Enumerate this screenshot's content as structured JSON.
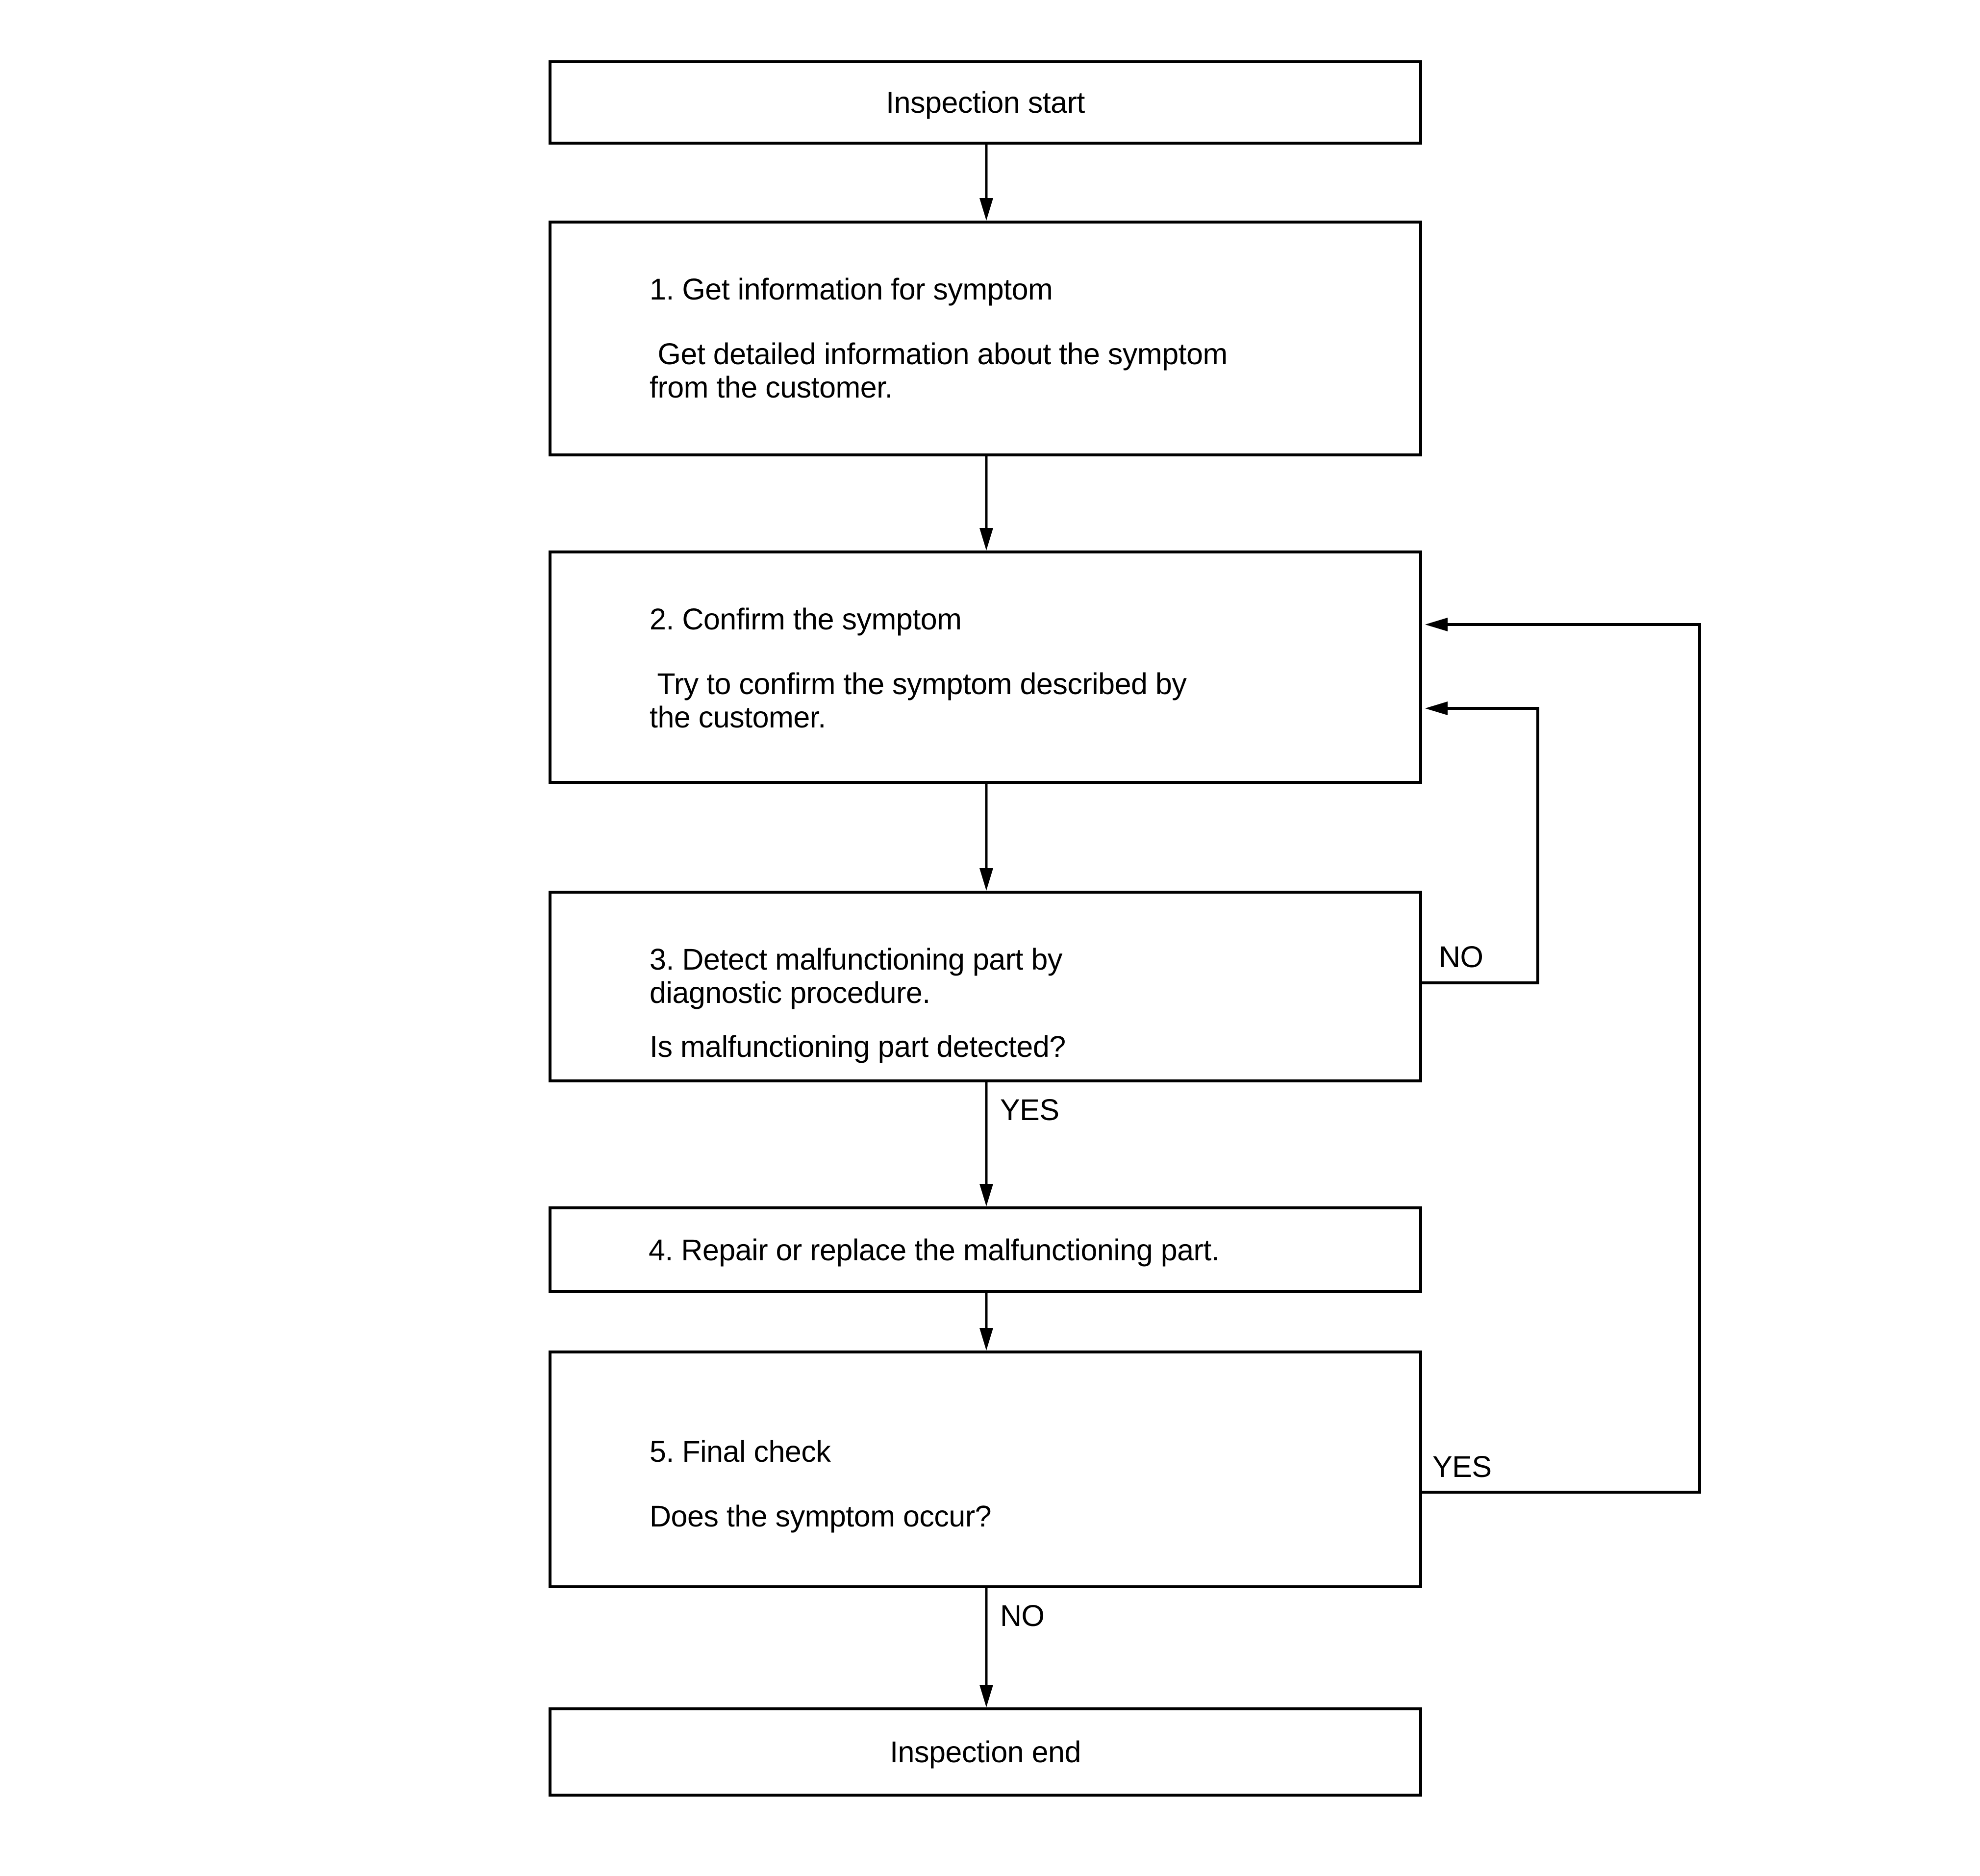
{
  "page": {
    "background": "#ffffff",
    "ink": "#000000"
  },
  "flowchart": {
    "start": {
      "label": "Inspection start"
    },
    "step1": {
      "title": "1. Get information for symptom",
      "body": [
        " Get detailed information about the symptom",
        "from the customer."
      ]
    },
    "step2": {
      "title": "2. Confirm the symptom",
      "body": [
        " Try to confirm the symptom described by",
        "the customer."
      ]
    },
    "step3": {
      "title": [
        "3. Detect malfunctioning part by",
        "diagnostic procedure."
      ],
      "question": "Is malfunctioning part detected?",
      "no_label": "NO",
      "yes_label": "YES"
    },
    "step4": {
      "title": "4. Repair or replace the malfunctioning part."
    },
    "step5": {
      "title": "5. Final check",
      "question": "Does the symptom occur?",
      "yes_label": "YES",
      "no_label": "NO"
    },
    "end": {
      "label": "Inspection end"
    }
  }
}
